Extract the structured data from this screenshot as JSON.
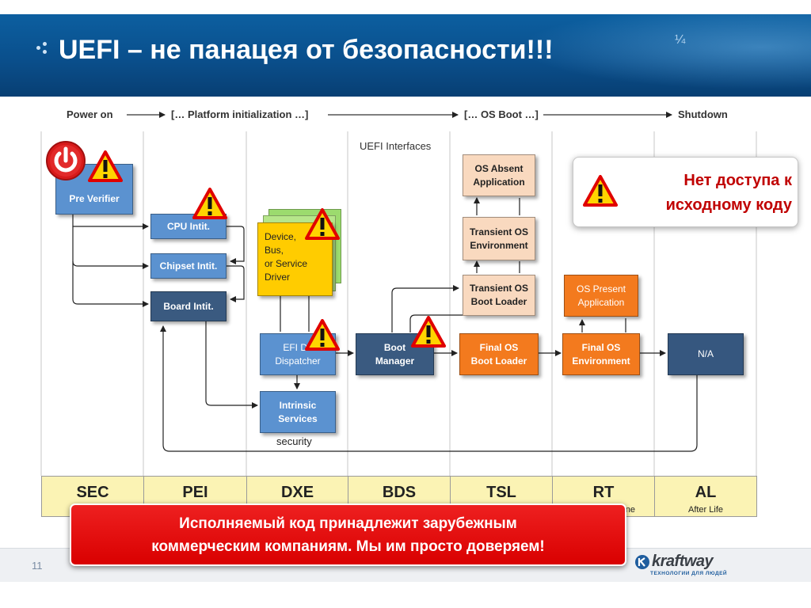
{
  "title": "UEFI – не панацея от безопасности!!!",
  "timeline": {
    "power_on": "Power on",
    "platform_init": "[… Platform initialization …]",
    "os_boot": "[… OS Boot …]",
    "shutdown": "Shutdown"
  },
  "uefi_interfaces": "UEFI Interfaces",
  "blocks": {
    "pre_verifier": "Pre Verifier",
    "cpu_init": "CPU Intit.",
    "chipset_init": "Chipset Intit.",
    "board_init": "Board Intit.",
    "device_driver": [
      "Device,",
      "Bus,",
      "or Service",
      "Driver"
    ],
    "efi_dispatcher": [
      "EFI Dri",
      "Dispatcher"
    ],
    "intrinsic_services": [
      "Intrinsic",
      "Services"
    ],
    "security": "security",
    "boot_manager": [
      "Boot",
      "Manager"
    ],
    "os_absent": [
      "OS Absent",
      "Application"
    ],
    "transient_os_env": [
      "Transient OS",
      "Environment"
    ],
    "transient_os_loader": [
      "Transient OS",
      "Boot Loader"
    ],
    "final_os_loader": [
      "Final OS",
      "Boot Loader"
    ],
    "os_present": [
      "OS Present",
      "Application"
    ],
    "final_os_env": [
      "Final OS",
      "Environment"
    ],
    "na": "N/A"
  },
  "phases": [
    {
      "name": "SEC",
      "sub": ""
    },
    {
      "name": "PEI",
      "sub": ""
    },
    {
      "name": "DXE",
      "sub": ""
    },
    {
      "name": "BDS",
      "sub": ""
    },
    {
      "name": "TSL",
      "sub": ""
    },
    {
      "name": "RT",
      "sub": "ne"
    },
    {
      "name": "AL",
      "sub": "After Life"
    }
  ],
  "callout_top": [
    "Нет доступа к",
    "исходному коду"
  ],
  "callout_bottom": [
    "Исполняемый код принадлежит зарубежным",
    "коммерческим компаниям. Мы им просто доверяем!"
  ],
  "slide_number": "11",
  "logo": {
    "word": "kraftway",
    "tagline": "ТЕХНОЛОГИИ ДЛЯ ЛЮДЕЙ"
  },
  "colors": {
    "header": "#0a4f8c",
    "warning_red": "#e00000",
    "warning_yellow": "#ffd400",
    "phase_bg": "#fbf3b4"
  }
}
